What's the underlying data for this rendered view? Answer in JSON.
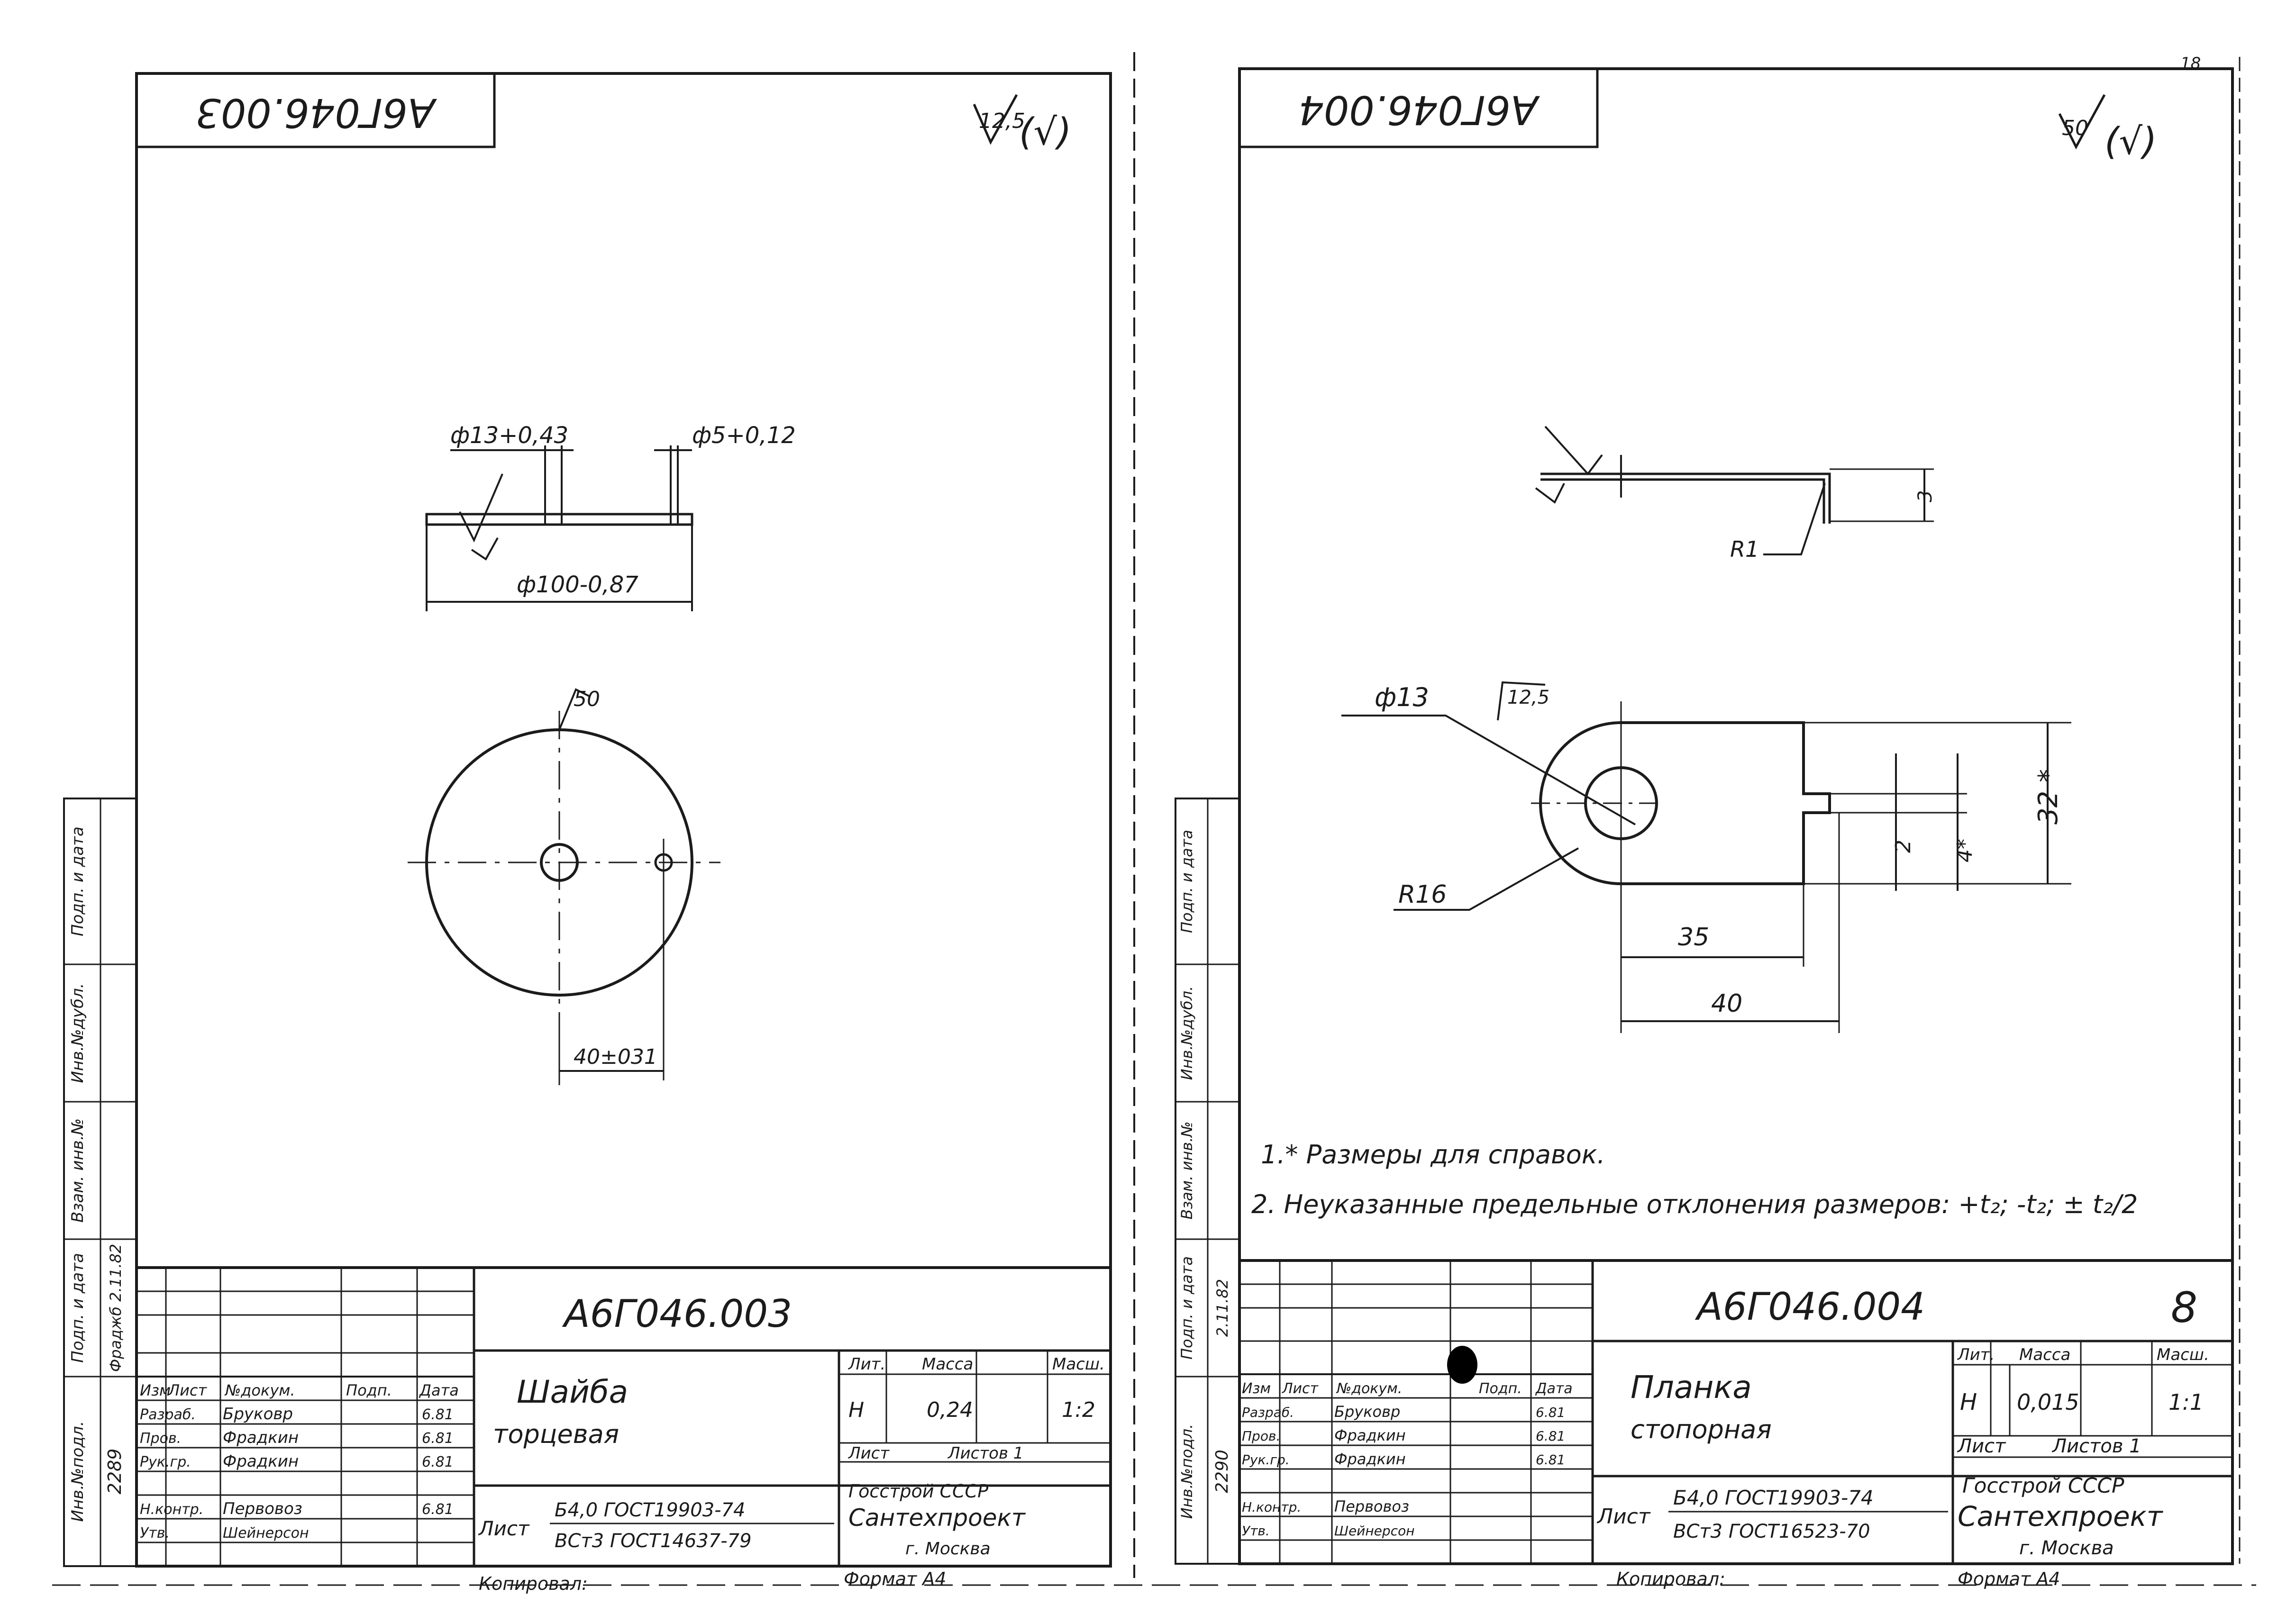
{
  "left_sheet": {
    "stamp": "А6Г046.003",
    "roughness_corner": "12,5",
    "roughness_corner_paren": "(√)",
    "dims": {
      "hole13": "ф13+0,43",
      "hole5": "ф5+0,12",
      "dia100": "ф100-0,87",
      "face_roughness": "50",
      "offset40": "40±031"
    },
    "side_strip": [
      "Инв.№подл.",
      "Подп. и дата",
      "Взам. инв.№",
      "Инв.№дубл.",
      "Подп. и дата"
    ],
    "side_values": [
      "2289",
      "Фраджб 2.11.82"
    ],
    "title": {
      "code": "А6Г046.003",
      "name1": "Шайба",
      "name2": "торцевая",
      "lit": "Лит.",
      "mass_h": "Масса",
      "scale_h": "Масш.",
      "lit_v": "Н",
      "mass_v": "0,24",
      "scale_v": "1:2",
      "sheet_h": "Лист",
      "sheets_h": "Листов 1",
      "material1": "Б4,0 ГОСТ19903-74",
      "material2": "ВСт3 ГОСТ14637-79",
      "material_label": "Лист",
      "org1": "Госстрой СССР",
      "org2": "Сантехпроект",
      "org3": "г. Москва",
      "header_cells": [
        "Изм",
        "Лист",
        "№докум.",
        "Подп.",
        "Дата"
      ],
      "roles": [
        "Разраб.",
        "Пров.",
        "Рук.гр.",
        "",
        "Н.контр.",
        "Утв."
      ],
      "names": [
        "Бруковр",
        "Фрадкин",
        "Фрадкин",
        "",
        "Первовоз",
        "Шейнерсон"
      ],
      "dates": [
        "6.81",
        "6.81",
        "6.81",
        "",
        "6.81",
        ""
      ]
    },
    "footer_copy": "Копировал:",
    "footer_format": "Формат А4"
  },
  "right_sheet": {
    "stamp": "А6Г046.004",
    "roughness_corner": "50",
    "roughness_corner_paren": "(√)",
    "page_number": "18",
    "dims": {
      "r1": "R1",
      "thickness": "3",
      "hole13": "ф13",
      "hole_roughness": "12,5",
      "r16": "R16",
      "d35": "35",
      "d40": "40",
      "d2": "2",
      "d4": "4*",
      "d32": "32 *"
    },
    "notes": [
      "1.* Размеры для справок.",
      "2. Неуказанные предельные отклонения размеров: +t₂; -t₂; ± t₂/2"
    ],
    "side_strip": [
      "Инв.№подл.",
      "Подп. и дата",
      "Взам. инв.№",
      "Инв.№дубл.",
      "Подп. и дата"
    ],
    "side_values": [
      "2290",
      "2.11.82"
    ],
    "title": {
      "code": "А6Г046.004",
      "sheet_no": "8",
      "name1": "Планка",
      "name2": "стопорная",
      "lit": "Лит.",
      "mass_h": "Масса",
      "scale_h": "Масш.",
      "lit_v": "Н",
      "mass_v": "0,015",
      "scale_v": "1:1",
      "sheet_h": "Лист",
      "sheets_h": "Листов 1",
      "material1": "Б4,0 ГОСТ19903-74",
      "material2": "ВСт3 ГОСТ16523-70",
      "material_label": "Лист",
      "org1": "Госстрой СССР",
      "org2": "Сантехпроект",
      "org3": "г. Москва",
      "header_cells": [
        "Изм",
        "Лист",
        "№докум.",
        "Подп.",
        "Дата"
      ],
      "roles": [
        "Разраб.",
        "Пров.",
        "Рук.гр.",
        "",
        "Н.контр.",
        "Утв."
      ],
      "names": [
        "Бруковр",
        "Фрадкин",
        "Фрадкин",
        "",
        "Первовоз",
        "Шейнерсон"
      ],
      "dates": [
        "6.81",
        "6.81",
        "6.81",
        "",
        "",
        ""
      ]
    },
    "footer_copy": "Копировал:",
    "footer_format": "Формат А4"
  }
}
